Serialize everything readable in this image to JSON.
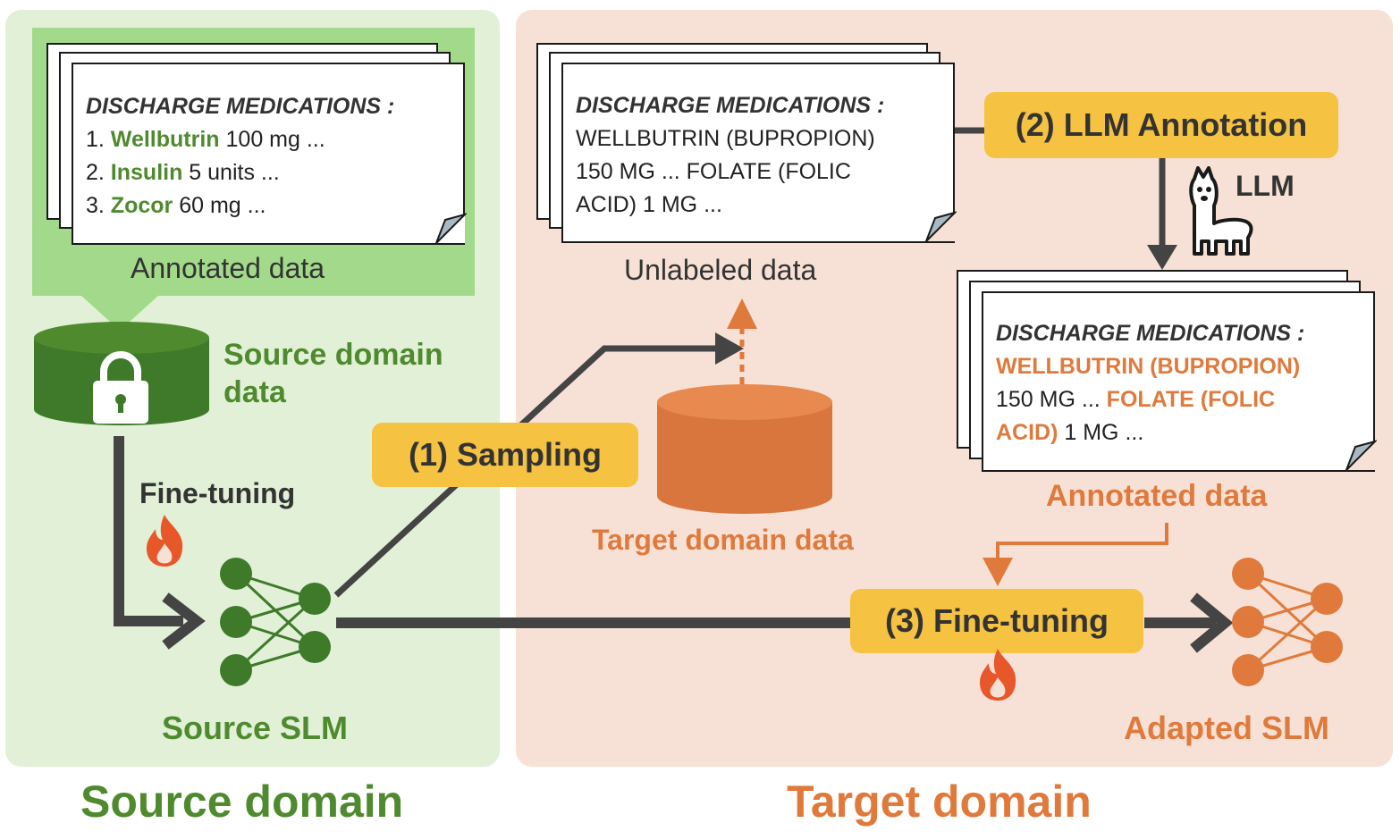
{
  "source_panel": {
    "annotated_doc": {
      "title": "DISCHARGE MEDICATIONS :",
      "lines": [
        {
          "prefix": "1. ",
          "drug": "Wellbutrin",
          "rest": " 100 mg ..."
        },
        {
          "prefix": "2. ",
          "drug": "Insulin",
          "rest": " 5 units ..."
        },
        {
          "prefix": "3. ",
          "drug": "Zocor",
          "rest": " 60 mg ..."
        }
      ]
    },
    "annotated_label": "Annotated data",
    "db_label_line1": "Source domain",
    "db_label_line2": "data",
    "finetune_label": "Fine-tuning",
    "model_label": "Source SLM",
    "domain_label": "Source domain"
  },
  "target_panel": {
    "unlabeled_doc": {
      "title": "DISCHARGE MEDICATIONS :",
      "line1": "WELLBUTRIN (BUPROPION)",
      "line2": "150 MG ... FOLATE (FOLIC",
      "line3": "ACID) 1 MG ..."
    },
    "unlabeled_label": "Unlabeled data",
    "step2_label": "(2) LLM Annotation",
    "llm_label": "LLM",
    "annotated_doc": {
      "title": "DISCHARGE MEDICATIONS :",
      "line1_hl": "WELLBUTRIN (BUPROPION)",
      "line2_pre": "150 MG ... ",
      "line2_hl": "FOLATE (FOLIC",
      "line3_hl": "ACID)",
      "line3_post": " 1 MG ..."
    },
    "annotated_label": "Annotated data",
    "step1_label": "(1) Sampling",
    "db_label": "Target domain data",
    "step3_label": "(3) Fine-tuning",
    "model_label": "Adapted SLM",
    "domain_label": "Target domain"
  },
  "colors": {
    "source_green": "#4f8a2e",
    "source_panel_bg": "#e1f0d6",
    "annotated_bg": "#a3d98a",
    "target_orange": "#e07a3c",
    "target_panel_bg": "#f7e1d6",
    "step_yellow": "#f5c242",
    "arrow_gray": "#444444"
  },
  "icons": {
    "lock": "lock-icon",
    "flame": "flame-icon",
    "llama": "llama-icon",
    "network": "neural-network-icon"
  }
}
